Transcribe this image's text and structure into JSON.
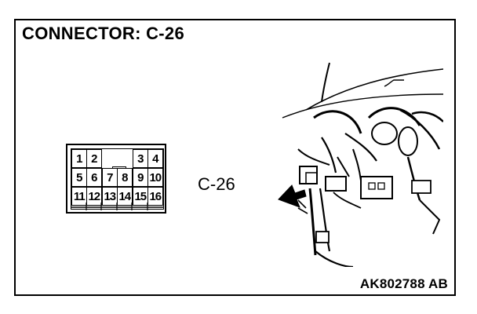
{
  "title": "CONNECTOR: C-26",
  "callout_label": "C-26",
  "figure_code": "AK802788 AB",
  "connector": {
    "rows": [
      [
        "1",
        "2",
        "",
        "3",
        "4"
      ],
      [
        "5",
        "6",
        "7",
        "8",
        "9",
        "10"
      ],
      [
        "11",
        "12",
        "13",
        "14",
        "15",
        "16"
      ]
    ]
  }
}
